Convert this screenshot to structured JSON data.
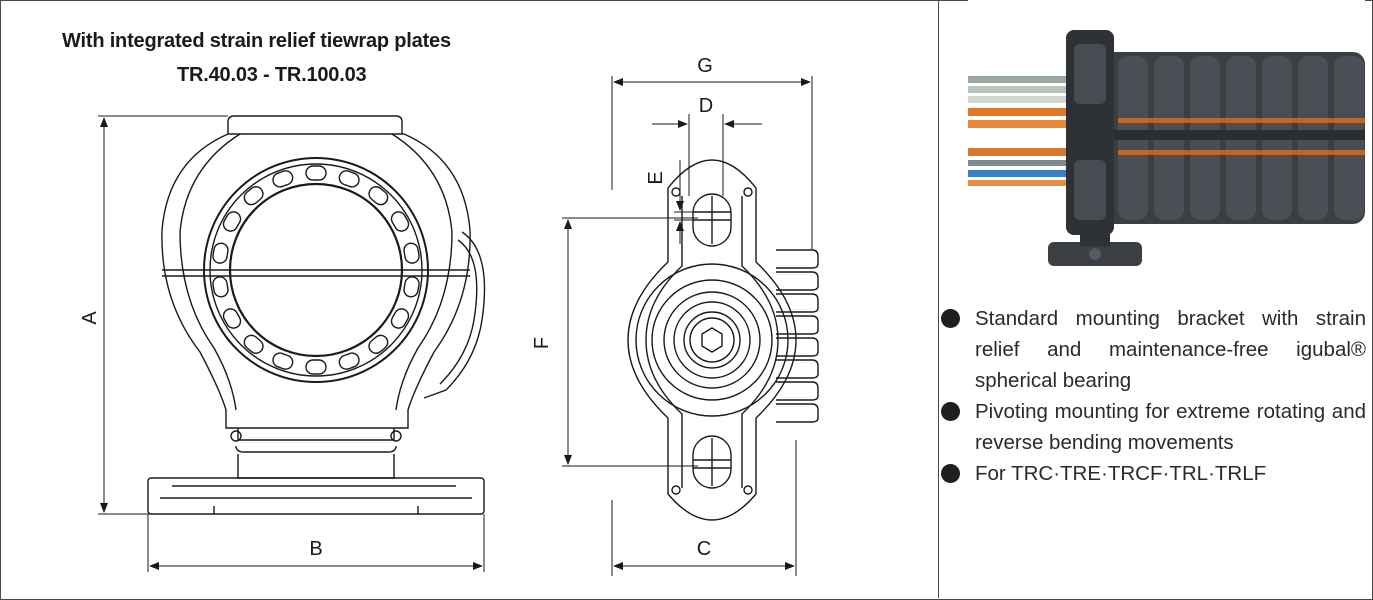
{
  "drawing": {
    "title": "With integrated strain relief tiewrap plates",
    "subtitle": "TR.40.03 - TR.100.03",
    "dimension_labels": {
      "A": "A",
      "B": "B",
      "C": "C",
      "D": "D",
      "E": "E",
      "F": "F",
      "G": "G"
    }
  },
  "features": {
    "items": [
      {
        "text": "Standard mounting bracket with strain relief and maintenance-free igubal® spherical bearing"
      },
      {
        "text": "Pivoting mounting for extreme rotating and reverse bending movements"
      },
      {
        "text": "For TRC·TRE·TRCF·TRL·TRLF"
      }
    ]
  },
  "colors": {
    "line": "#1a1a1a",
    "photo_background": "#ffffff",
    "chain": "#3b3f44",
    "cable_orange": "#e07a2a",
    "cable_blue": "#3a7fc4"
  }
}
